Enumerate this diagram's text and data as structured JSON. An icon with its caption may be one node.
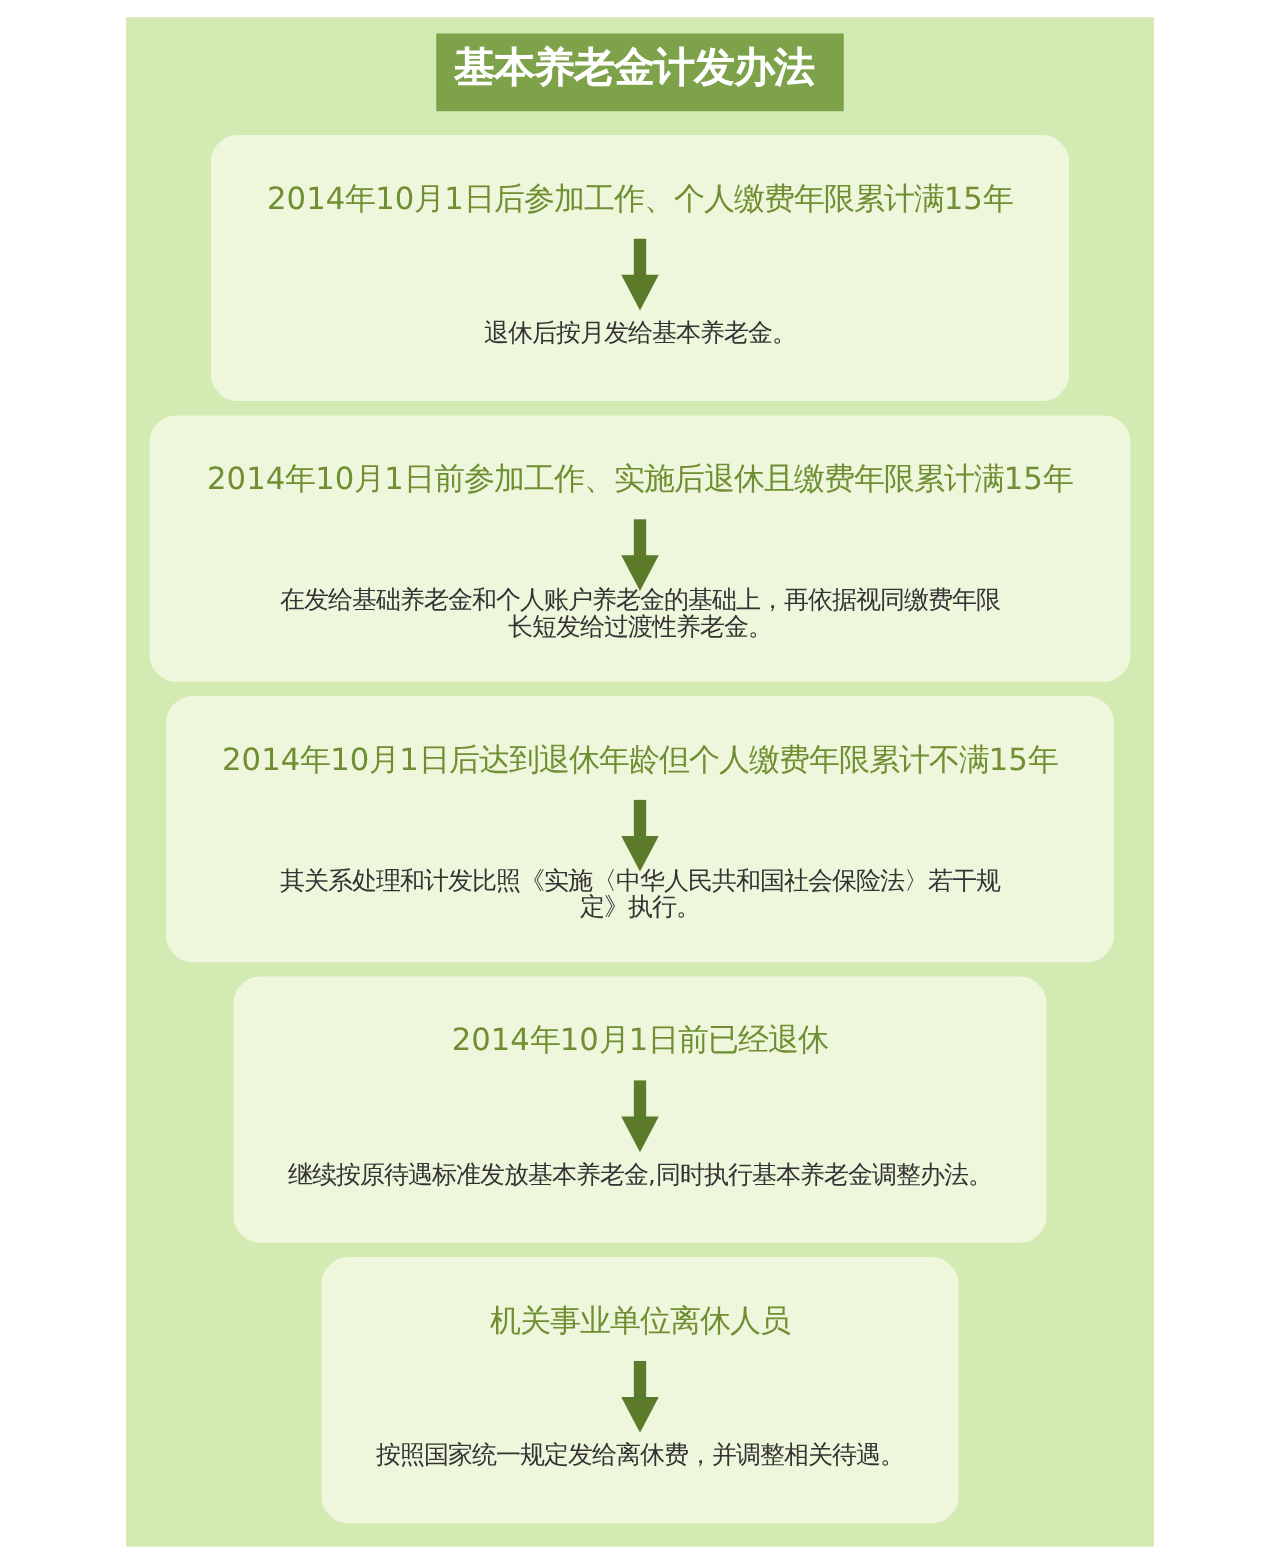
{
  "diagram": {
    "title": "基本养老金计发办法",
    "nodes": [
      {
        "text": [],
        "shape": "box"
      },
      {
        "text": [
          "2014年10月1日后参加工作、个人缴费年限累计满15年"
        ],
        "in": 0
      },
      {
        "text": [
          "退休后按月发给基本养老金。"
        ],
        "in": 0
      },
      {
        "text": [],
        "shape": "box"
      },
      {
        "text": [
          "2014年10月1日前参加工作、实施后退休且缴费年限累计满15年"
        ],
        "in": 3
      },
      {
        "text": [
          "在发给基础养老金和个人账户养老金的基础上，再依据视同缴费年限长短发给过渡性养老金。"
        ],
        "in": 3
      },
      {
        "text": [],
        "shape": "box"
      },
      {
        "text": [
          "2014年10月1日后达到退休年龄但个人缴费年限累计不满15年"
        ],
        "in": 6
      },
      {
        "text": [
          "其关系处理和计发比照《实施〈中华人民共和国社会保险法〉若干规定》执行。"
        ],
        "in": 6
      },
      {
        "text": [],
        "shape": "box"
      },
      {
        "text": [
          "2014年10月1日前已经退休"
        ],
        "in": 9
      },
      {
        "text": [
          "继续按原待遇标准发放基本养老金,同时执行基本养老金调整办法。"
        ],
        "in": 9
      },
      {
        "text": [],
        "shape": "box"
      },
      {
        "text": [
          "机关事业单位离休人员"
        ],
        "in": 12
      },
      {
        "text": [
          "按照国家统一规定发给离休费，并调整相关待遇。"
        ],
        "in": 12
      }
    ],
    "edges": [
      {
        "from": 1,
        "to": 2,
        "arrow": "to"
      },
      {
        "from": 4,
        "to": 5,
        "arrow": "to"
      },
      {
        "from": 7,
        "to": 8,
        "arrow": "to"
      },
      {
        "from": 10,
        "to": 11,
        "arrow": "to"
      },
      {
        "from": 13,
        "to": 14,
        "arrow": "to"
      }
    ]
  }
}
